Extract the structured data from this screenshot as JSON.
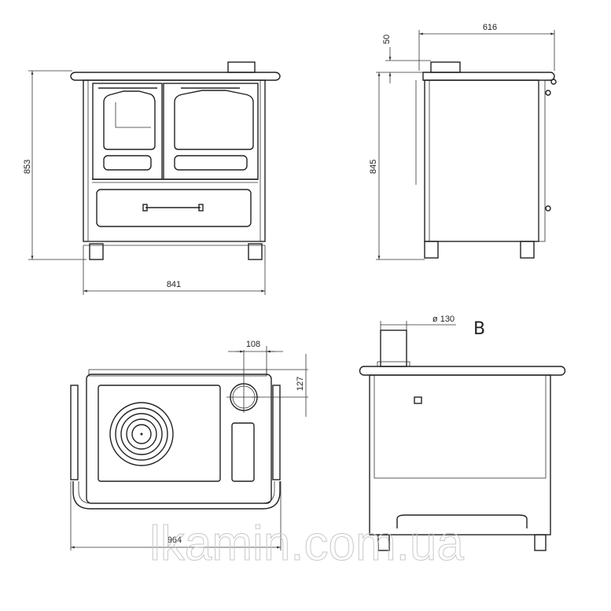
{
  "views": {
    "front": {
      "height_label": "853",
      "width_label": "841"
    },
    "side": {
      "depth_label": "616",
      "flue_height_label": "50",
      "height_label": "845"
    },
    "top": {
      "flue_offset_x_label": "108",
      "flue_offset_y_label": "127",
      "width_label": "964"
    },
    "back": {
      "flue_diameter_label": "ø 130",
      "view_letter": "B"
    }
  },
  "watermark": "lkamin.com.ua",
  "colors": {
    "line": "#222222",
    "watermark": "#c9c9c9"
  }
}
